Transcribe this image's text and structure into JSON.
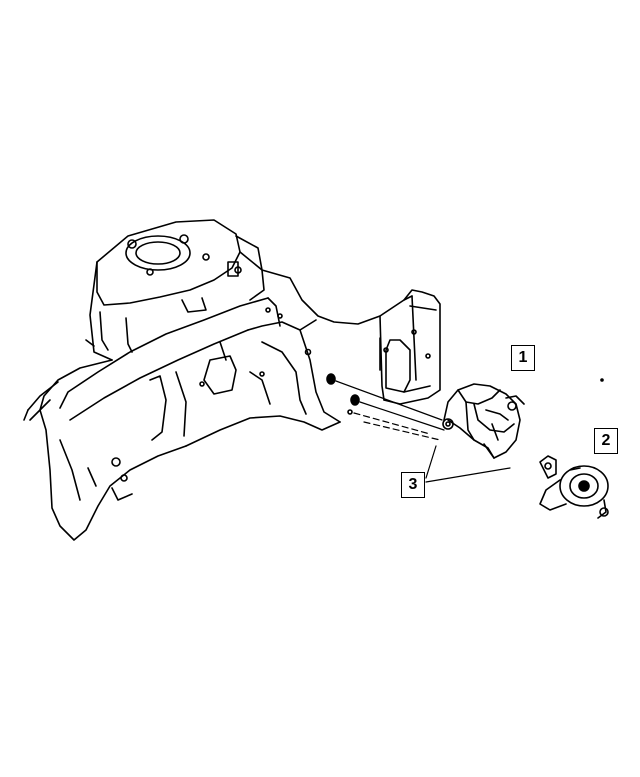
{
  "diagram": {
    "callouts": [
      {
        "label": "1"
      },
      {
        "label": "2"
      },
      {
        "label": "3"
      }
    ]
  },
  "colors": {
    "line": "#000000",
    "background": "#ffffff"
  }
}
